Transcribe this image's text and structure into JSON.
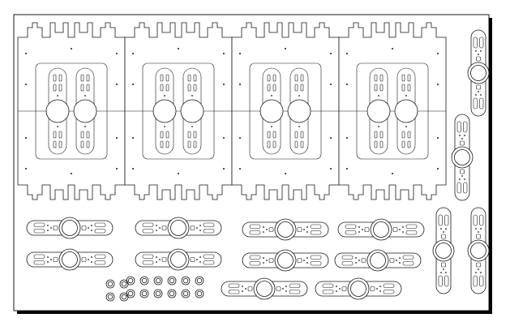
{
  "drawing": {
    "kind": "laser-cut sheet layout",
    "stroke_color": "#1a1a1a",
    "background_color": "#ffffff",
    "shadow_color": "#000000"
  },
  "parts": {
    "frame_plate_count": 4,
    "horizontal_arm_count": 10,
    "vertical_arm_count": 4,
    "washer_count": 16
  }
}
